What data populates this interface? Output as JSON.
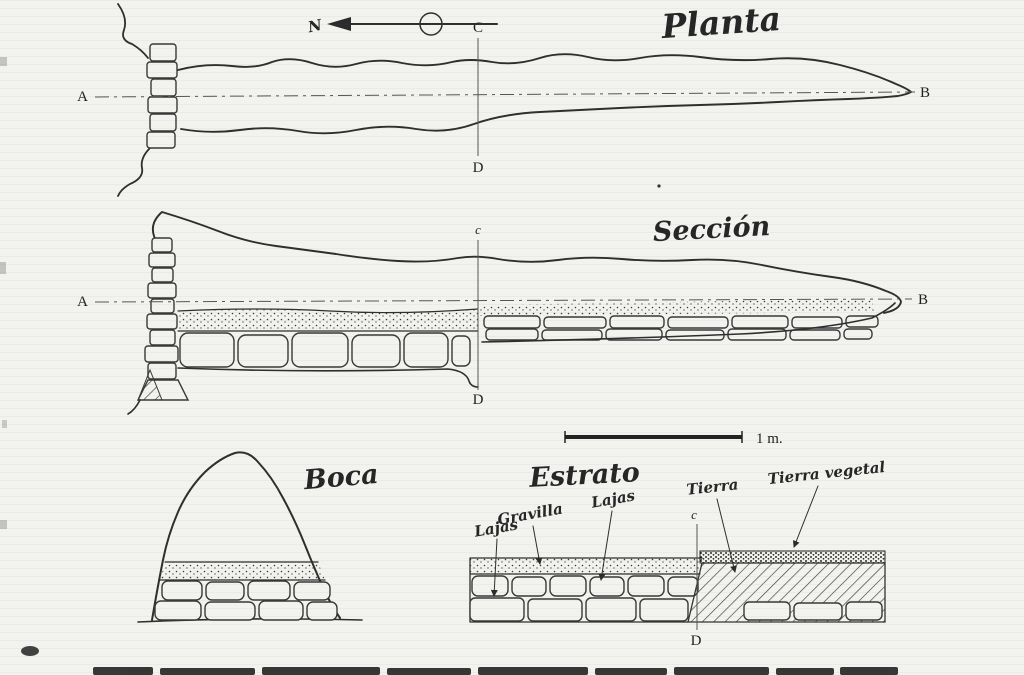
{
  "colors": {
    "paper": "#f2f2ef",
    "ink": "#2e2e2e"
  },
  "figure": {
    "plan": {
      "title": "Planta",
      "north_label": "N",
      "marker_left": "A",
      "marker_right": "B",
      "marker_section_top": "C",
      "marker_section_bottom": "D"
    },
    "section": {
      "title": "Sección",
      "marker_left": "A",
      "marker_right": "B",
      "marker_section_top": "c",
      "marker_section_bottom": "D"
    },
    "mouth": {
      "title": "Boca"
    },
    "strata": {
      "title": "Estrato",
      "scale_label": "1 m.",
      "marker_section_top": "c",
      "marker_section_bottom": "D",
      "labels": [
        "Lajas",
        "Gravilla",
        "Lajas",
        "Tierra",
        "Tierra vegetal"
      ]
    }
  }
}
